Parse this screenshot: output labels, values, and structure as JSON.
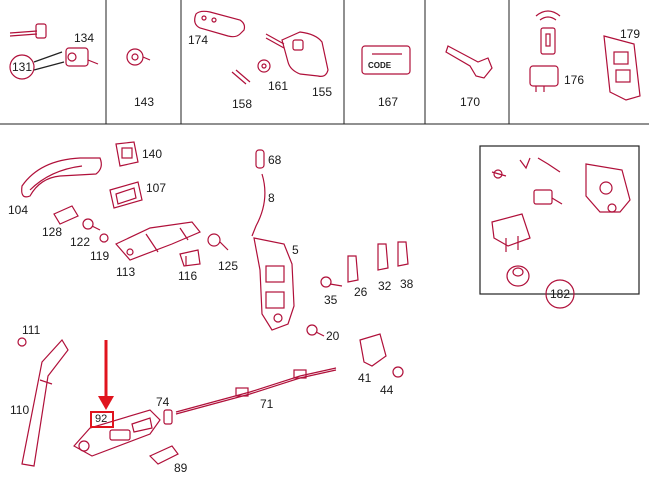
{
  "diagram": {
    "code_tag": "CODE",
    "circled_labels": {
      "c131": "131",
      "c182": "182"
    },
    "top_row_labels": {
      "p134": "134",
      "p143": "143",
      "p174": "174",
      "p158": "158",
      "p161": "161",
      "p155": "155",
      "p167": "167",
      "p170": "170",
      "p176": "176",
      "p179": "179"
    },
    "lower_labels": {
      "p140": "140",
      "p107": "107",
      "p104": "104",
      "p128": "128",
      "p122": "122",
      "p119": "119",
      "p113": "113",
      "p116": "116",
      "p125": "125",
      "p68": "68",
      "p8": "8",
      "p5": "5",
      "p35": "35",
      "p26": "26",
      "p32": "32",
      "p38": "38",
      "p20": "20",
      "p111": "111",
      "p110": "110",
      "p41": "41",
      "p44": "44",
      "p71": "71",
      "p74": "74",
      "p89": "89"
    },
    "highlighted_part": "92",
    "colors": {
      "part_line": "#b0103a",
      "divider": "#222222",
      "highlight": "#e0141e"
    }
  }
}
